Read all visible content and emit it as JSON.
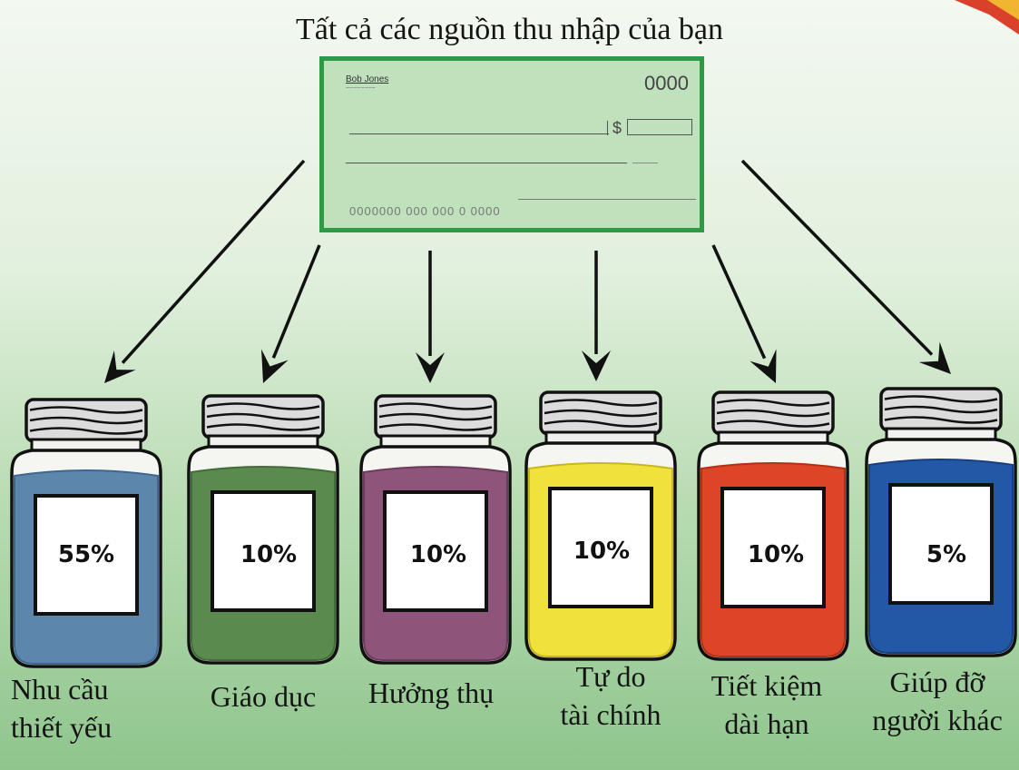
{
  "title": "Tất cả các nguồn thu nhập của bạn",
  "check": {
    "owner": "Bob Jones",
    "number": "0000",
    "currency": "$",
    "micr": "0000000 000 000 0 0000"
  },
  "jars": [
    {
      "percent": "55%",
      "label_line1": "Nhu cầu",
      "label_line2": "thiết yếu",
      "color": "#5d86ad",
      "color_dark": "#3f6690"
    },
    {
      "percent": "10%",
      "label_line1": "Giáo dục",
      "label_line2": "",
      "color": "#5a8a4e",
      "color_dark": "#3f6e37"
    },
    {
      "percent": "10%",
      "label_line1": "Hưởng thụ",
      "label_line2": "",
      "color": "#8f5479",
      "color_dark": "#6e3b5c"
    },
    {
      "percent": "10%",
      "label_line1": "Tự do",
      "label_line2": "tài chính",
      "color": "#f0e23a",
      "color_dark": "#c9b81c"
    },
    {
      "percent": "10%",
      "label_line1": "Tiết kiệm",
      "label_line2": "dài hạn",
      "color": "#dd4526",
      "color_dark": "#b52f15"
    },
    {
      "percent": "5%",
      "label_line1": "Giúp đỡ",
      "label_line2": "người khác",
      "color": "#2358a6",
      "color_dark": "#173f80"
    }
  ],
  "colors": {
    "arrow": "#111111",
    "check_border": "#2e9a45",
    "check_fill": "#bfe2bd",
    "corner_logo_red": "#d9412a",
    "corner_logo_yellow": "#f2b531"
  }
}
